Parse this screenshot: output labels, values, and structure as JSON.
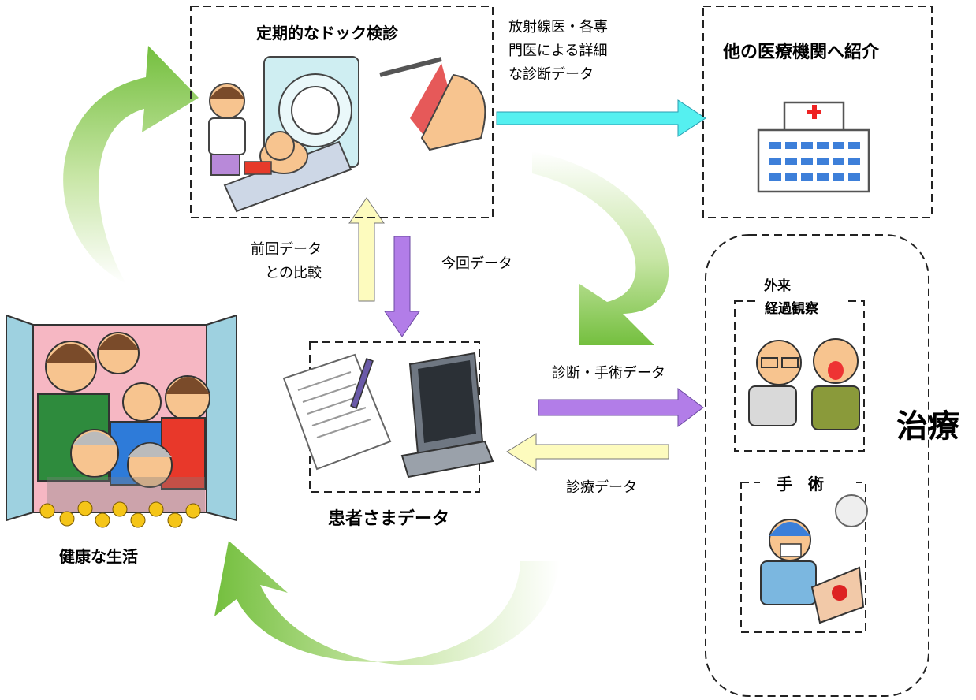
{
  "nodes": {
    "checkup": {
      "title": "定期的なドック検診"
    },
    "referral": {
      "title": "他の医療機関へ紹介"
    },
    "patient_data": {
      "title": "患者さまデータ"
    },
    "healthy_life": {
      "title": "健康な生活"
    },
    "treatment": {
      "title": "治療",
      "outpatient": {
        "line1": "外来",
        "line2": "経過観察"
      },
      "surgery": {
        "title": "手　術"
      }
    }
  },
  "edges": {
    "to_referral": {
      "line1": "放射線医・各専",
      "line2": "門医による詳細",
      "line3": "な診断データ"
    },
    "previous_compare": {
      "line1": "前回データ",
      "line2": "との比較"
    },
    "current_data": {
      "label": "今回データ"
    },
    "diagnosis_surgery_data": {
      "label": "診断・手術データ"
    },
    "medical_treatment_data": {
      "label": "診療データ"
    }
  },
  "colors": {
    "green_arrow": "#7dc24b",
    "cyan_arrow": "#55f0f0",
    "purple_arrow": "#b27de8",
    "cream_arrow": "#fdfbbe"
  }
}
